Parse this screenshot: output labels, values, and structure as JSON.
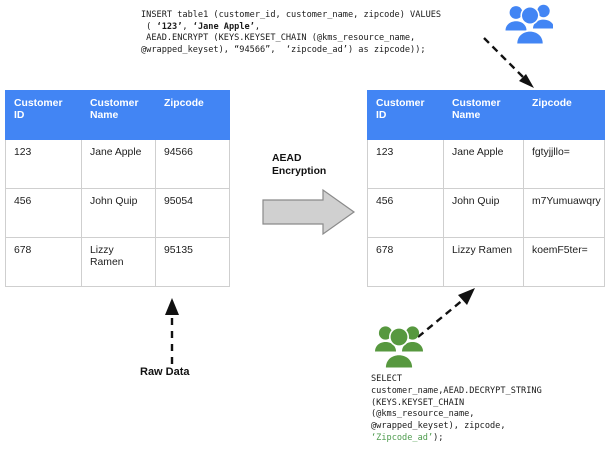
{
  "diagram": {
    "title": "AEAD Encryption data flow",
    "colors": {
      "header_blue": "#4285f4",
      "people_blue": "#4285f4",
      "people_green": "#57983f",
      "arrow_gray": "#d0d0d0",
      "code_green": "#4f9c4f",
      "grid_gray": "#cfcfcf"
    }
  },
  "insert_statement": {
    "name": "insert-sql",
    "line1": "INSERT table1 (customer_id, customer_name, zipcode) VALUES",
    "line2_prefix": " ( ",
    "line2_lit1": "‘123’",
    "line2_mid": ", ",
    "line2_lit2": "‘Jane Apple’",
    "line2_suffix": ",",
    "line3": " AEAD.ENCRYPT (KEYS.KEYSET_CHAIN (@kms_resource_name,",
    "line4": "@wrapped_keyset), “94566”,  ‘zipcode_ad’) as zipcode));"
  },
  "select_statement": {
    "name": "select-sql",
    "line1": "SELECT",
    "line2": "customer_name,AEAD.DECRYPT_STRING",
    "line3": "(KEYS.KEYSET_CHAIN",
    "line4": "(@kms_resource_name,",
    "line5": "@wrapped_keyset), zipcode,",
    "line6_green": "‘Zipcode_ad’",
    "line6_tail": ");"
  },
  "table_left": {
    "name": "raw-data-table",
    "columns": [
      "Customer ID",
      "Customer Name",
      "Zipcode"
    ],
    "rows": [
      [
        "123",
        "Jane Apple",
        "94566"
      ],
      [
        "456",
        "John Quip",
        "95054"
      ],
      [
        "678",
        "Lizzy Ramen",
        "95135"
      ]
    ]
  },
  "table_right": {
    "name": "encrypted-data-table",
    "columns": [
      "Customer ID",
      "Customer Name",
      "Zipcode"
    ],
    "rows": [
      [
        "123",
        "Jane Apple",
        "fgtyjjllo="
      ],
      [
        "456",
        "John Quip",
        "m7Yumuawqry"
      ],
      [
        "678",
        "Lizzy Ramen",
        "koemF5ter="
      ]
    ]
  },
  "labels": {
    "aead_encryption": "AEAD\nEncryption",
    "raw_data": "Raw Data"
  },
  "icons": {
    "people_blue": "people-group-icon",
    "people_green": "people-group-icon",
    "process_arrow": "block-arrow-right-icon",
    "insert_connector": "dashed-arrow-icon",
    "raw_connector": "dashed-arrow-up-icon",
    "select_connector": "dashed-arrow-up-right-icon"
  }
}
